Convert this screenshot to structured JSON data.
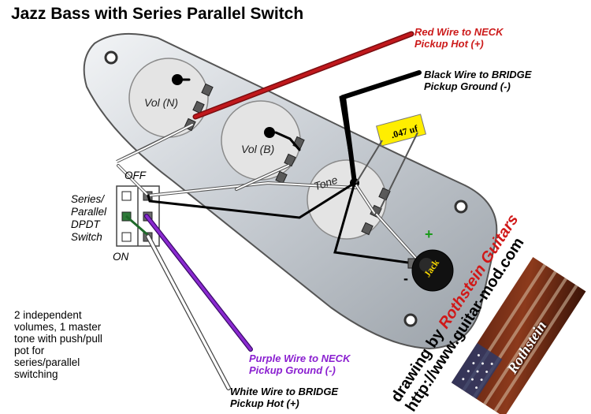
{
  "title": "Jazz Bass with Series Parallel Switch",
  "labels": {
    "red_wire": [
      "Red Wire to NECK",
      "Pickup Hot (+)"
    ],
    "black_wire": [
      "Black Wire to BRIDGE",
      "Pickup Ground (-)"
    ],
    "purple_wire": [
      "Purple Wire to NECK",
      "Pickup Ground (-)"
    ],
    "white_wire": [
      "White Wire to BRIDGE",
      "Pickup Hot (+)"
    ]
  },
  "pots": {
    "vol_neck": "Vol (N)",
    "vol_bridge": "Vol (B)",
    "tone": "Tone"
  },
  "capacitor": ".047 uf",
  "jack": {
    "label": "Jack",
    "plus": "+",
    "minus": "-"
  },
  "switch": {
    "name": [
      "Series/",
      "Parallel",
      "DPDT",
      "Switch"
    ],
    "off": "OFF",
    "on": "ON"
  },
  "notes": [
    "2 independent",
    "volumes, 1 master",
    "tone with push/pull",
    "pot for",
    "series/parallel",
    "switching"
  ],
  "credit": {
    "by": "drawing by",
    "brand": "Rothstein Guitars",
    "url": "http://www.guitar-mod.com"
  },
  "logo": "Rothstein",
  "colors": {
    "red_wire": "#b8141a",
    "black_wire": "#000000",
    "purple_wire": "#6a1aa8",
    "white_wire": "#ffffff",
    "green_wire": "#2a7a2a",
    "plate": "#c4c9cf",
    "pot": "#e2e2e2",
    "capacitor": "#ffee00",
    "jack": "#111111"
  }
}
